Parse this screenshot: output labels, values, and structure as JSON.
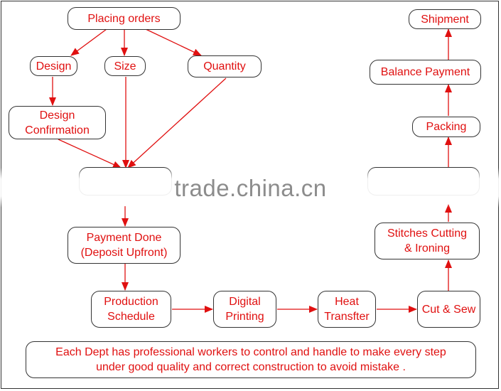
{
  "nodes": {
    "placing_orders": "Placing orders",
    "design": "Design",
    "size": "Size",
    "quantity": "Quantity",
    "design_confirmation": "Design\nConfirmation",
    "payment_done": "Payment Done\n(Deposit Upfront)",
    "production_schedule": "Production\nSchedule",
    "digital_printing": "Digital\nPrinting",
    "heat_transfer": "Heat\nTransfter",
    "cut_sew": "Cut & Sew",
    "stitches_cutting": "Stitches Cutting\n& Ironing",
    "packing": "Packing",
    "balance_payment": "Balance Payment",
    "shipment": "Shipment"
  },
  "note": "Each Dept has professional workers to control and handle to make every step\nunder good quality and correct construction to avoid mistake .",
  "watermark": "trade.china.cn",
  "colors": {
    "text": "#e01010",
    "arrow": "#e01010",
    "border": "#333333"
  }
}
